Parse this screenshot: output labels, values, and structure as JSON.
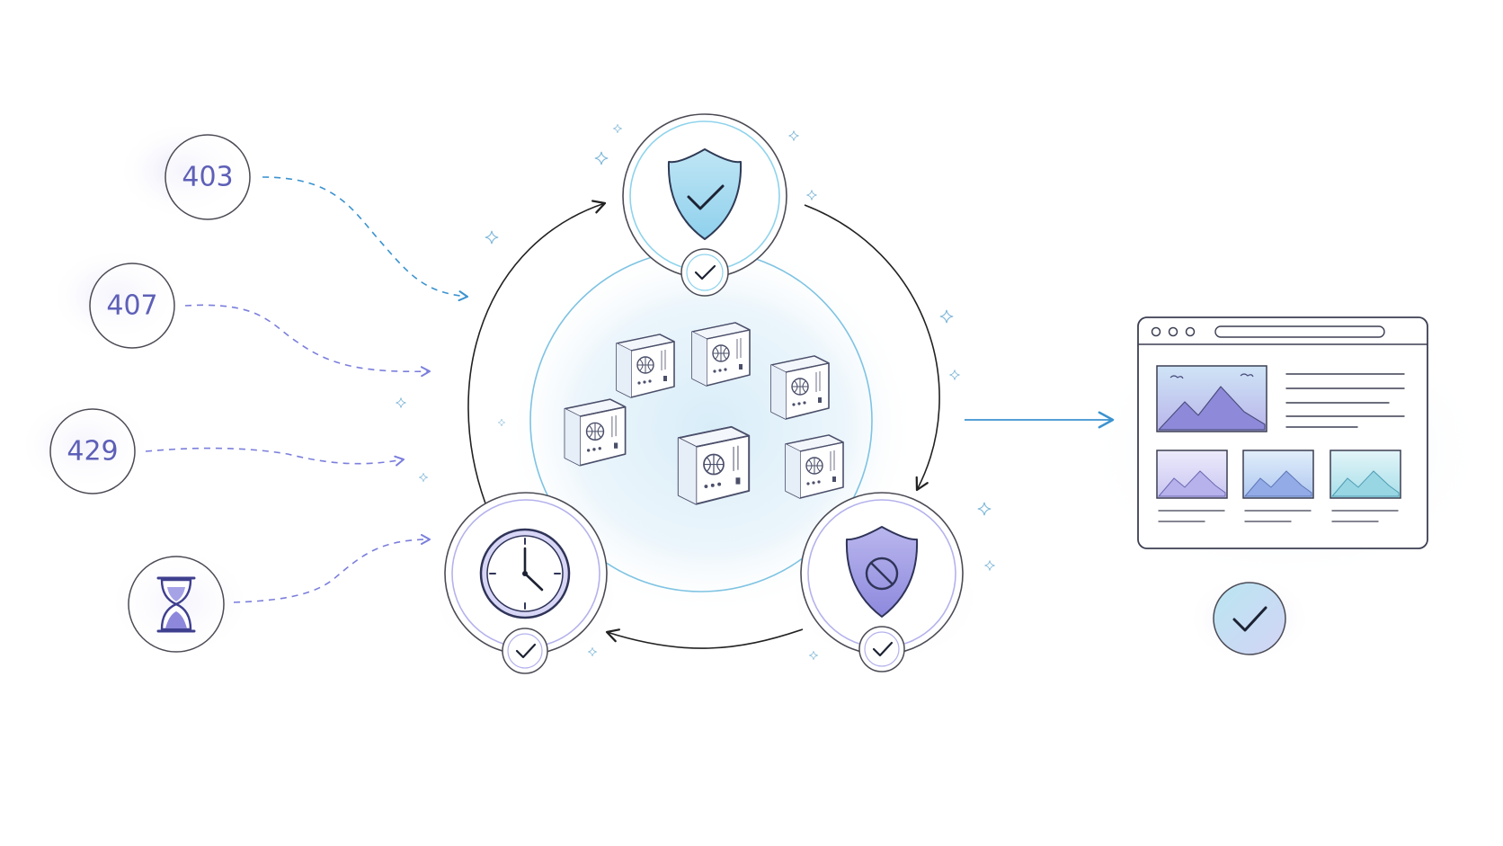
{
  "status_codes": [
    {
      "label": "403"
    },
    {
      "label": "407"
    },
    {
      "label": "429"
    }
  ],
  "icons": {
    "timeout": "hourglass-icon",
    "top_node": "shield-check-icon",
    "left_node": "clock-icon",
    "right_node": "shield-block-icon",
    "center": "proxy-server-pool-icon",
    "result": "browser-window-icon",
    "result_badge": "check-icon"
  },
  "colors": {
    "code_text": "#5d5fb7",
    "line_dark": "#222222",
    "accent_blue": "#3b93cf",
    "accent_violet": "#7b7fdc",
    "wash_blue": "#cfe9f6",
    "wash_violet": "#e3e1f8"
  }
}
